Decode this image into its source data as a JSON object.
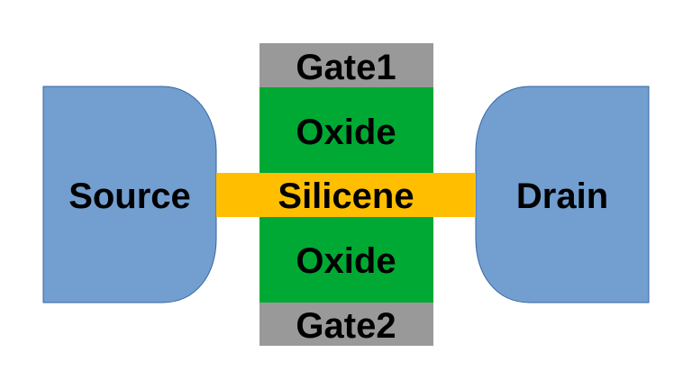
{
  "diagram": {
    "labels": {
      "source": "Source",
      "drain": "Drain",
      "gate_top": "Gate1",
      "gate_bottom": "Gate2",
      "oxide_top": "Oxide",
      "oxide_bottom": "Oxide",
      "channel": "Silicene"
    },
    "colors": {
      "contact": "#729fcf",
      "contact_stroke": "#3465a4",
      "gate": "#999999",
      "oxide": "#00a933",
      "channel": "#ffbf00",
      "text": "#000000",
      "background": "#ffffff"
    }
  }
}
